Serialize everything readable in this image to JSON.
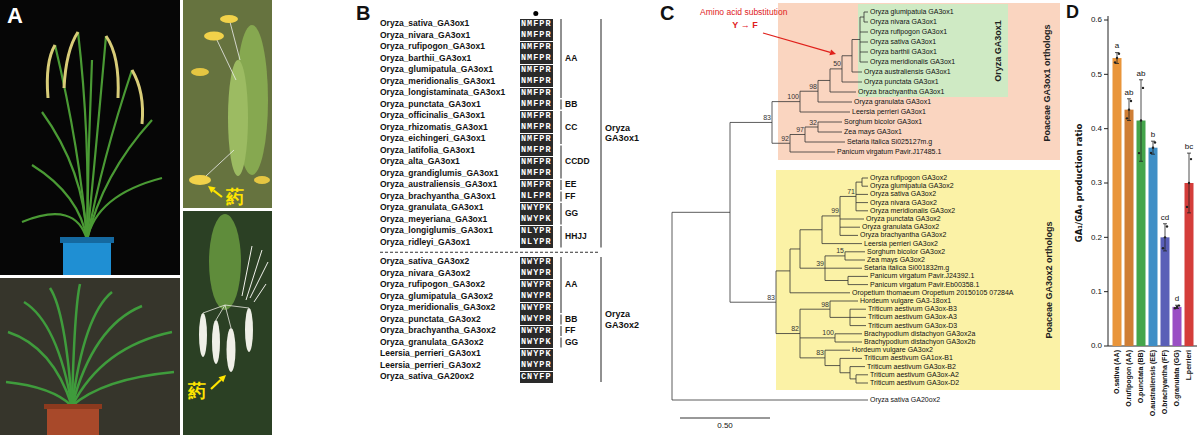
{
  "diagram": {
    "nodes": [
      {
        "text": [
          "Poaceae GA3ox1 orthologs"
        ]
      },
      {
        "text": [
          "Oryza GA3ox1"
        ],
        "in": 0
      },
      {
        "text": [
          "Poaceae GA3ox2 orthologs"
        ]
      }
    ],
    "labels": [
      "A",
      "葯",
      "葯",
      "B",
      "Oryza_sativa_GA3ox1",
      "Oryza_nivara_GA3ox1",
      "Oryza_rufipogon_GA3ox1",
      "Oryza_barthii_GA3ox1",
      "Oryza_glumipatula_GA3ox1",
      "Oryza_meridionalis_GA3ox1",
      "Oryza_longistaminata_GA3ox1",
      "Oryza_punctata_GA3ox1",
      "Oryza_officinalis_GA3ox1",
      "Oryza_rhizomatis_GA3ox1",
      "Oryza_eichingeri_GA3ox1",
      "Oryza_latifolia_GA3ox1",
      "Oryza_alta_GA3ox1",
      "Oryza_grandiglumis_GA3ox1",
      "Oryza_australiensis_GA3ox1",
      "Oryza_brachyantha_GA3ox1",
      "Oryza_granulata_GA3ox1",
      "Oryza_meyeriana_GA3ox1",
      "Oryza_longiglumis_GA3ox1",
      "Oryza_ridleyi_GA3ox1",
      "Oryza_sativa_GA3ox2",
      "Oryza_nivara_GA3ox2",
      "Oryza_rufipogon_GA3ox2",
      "Oryza_glumipatula_GA3ox2",
      "Oryza_meridionalis_GA3ox2",
      "Oryza_punctata_GA3ox2",
      "Oryza_brachyantha_GA3ox2",
      "Oryza_granulata_GA3ox2",
      "Leersia_perrieri_GA3ox1",
      "Leersia_perrieri_GA3ox2",
      "Oryza_sativa_GA20ox2",
      "NMFPR",
      "NMFPR",
      "NMFPR",
      "NMFPR",
      "NMFPR",
      "NMFPR",
      "NMFPR",
      "NMFPR",
      "NMFPR",
      "NMFPR",
      "NMFPR",
      "NMFPR",
      "NMFPR",
      "NMFPR",
      "NMFPR",
      "NLFPR",
      "NWYPK",
      "NWYPK",
      "NLYPR",
      "NLYPR",
      "NWYPR",
      "NWYPR",
      "NWYPR",
      "NWYPR",
      "NWYPR",
      "NWYPR",
      "NWYPR",
      "NWYPK",
      "NWYPK",
      "NWYPR",
      "CNYFP",
      "AA",
      "BB",
      "CC",
      "CCDD",
      "EE",
      "FF",
      "GG",
      "HHJJ",
      "AA",
      "BB",
      "FF",
      "GG",
      "Oryza GA3ox1",
      "Oryza GA3ox2",
      "C",
      "Amino acid substitution",
      "Y → F",
      "Oryza glumipatula GA3ox1",
      "Oryza nivara GA3ox1",
      "Oryza rufipogon GA3ox1",
      "Oryza sativa GA3ox1",
      "Oryza barthii GA3ox1",
      "Oryza meridionalis GA3ox1",
      "Oryza australiensis GA3ox1",
      "Oryza punctata GA3ox1",
      "Oryza brachyantha GA3ox1",
      "Oryza granulata GA3ox1",
      "Leersia perrieri GA3ox1",
      "Sorghum bicolor GA3ox1",
      "Zea mays GA3ox1",
      "Setaria italica Si025127m.g",
      "Panicum virgatum Pavir.J17485.1",
      "Oryza rufipogon GA3ox2",
      "Oryza glumipatula GA3ox2",
      "Oryza sativa GA3ox2",
      "Oryza nivara GA3ox2",
      "Oryza meridionalis GA3ox2",
      "Oryza punctata GA3ox2",
      "Oryza granulata GA3ox2",
      "Oryza brachyantha GA3ox2",
      "Leersia perrieri GA3ox2",
      "Sorghum bicolor GA3ox2",
      "Zea mays GA3ox2",
      "Setaria italica Si001832m.g",
      "Panicum virgatum Pavir.J24392.1",
      "Panicum virgatum Pavir.Eb00358.1",
      "Oropetium thomaeum Oropetium 20150105 07284A",
      "Hordeum vulgare GA3-18ox1",
      "Triticum aestivum GA3ox-B3",
      "Triticum aestivum GA3ox-A3",
      "Triticum aestivum GA3ox-D3",
      "Brachypodium distachyon GA3ox2a",
      "Brachypodium distachyon GA3ox2b",
      "Hordeum vulgare GA3ox2",
      "Triticum aestivum GA1ox-B1",
      "Triticum aestivum GA3ox-B2",
      "Triticum aestivum GA3ox-A2",
      "Triticum aestivum GA3ox-D2",
      "Oryza sativa GA20ox2",
      "83",
      "100",
      "98",
      "50",
      "92",
      "97",
      "32",
      "83",
      "99",
      "71",
      "39",
      "15",
      "82",
      "98",
      "100",
      "83",
      "0.50",
      "D",
      "GA₁/GA₄ production ratio",
      "0.6",
      "0.5",
      "0.4",
      "0.3",
      "0.2",
      "0.1",
      "0.0",
      "O.sativa (AA)",
      "O.rufipogon (AA)",
      "O.punctata (BB)",
      "O.australiensis (EE)",
      "O.brachyantha (FF)",
      "O.granulata (GG)",
      "L.perrieri",
      "a",
      "ab",
      "ab",
      "b",
      "cd",
      "d",
      "bc"
    ]
  }
}
